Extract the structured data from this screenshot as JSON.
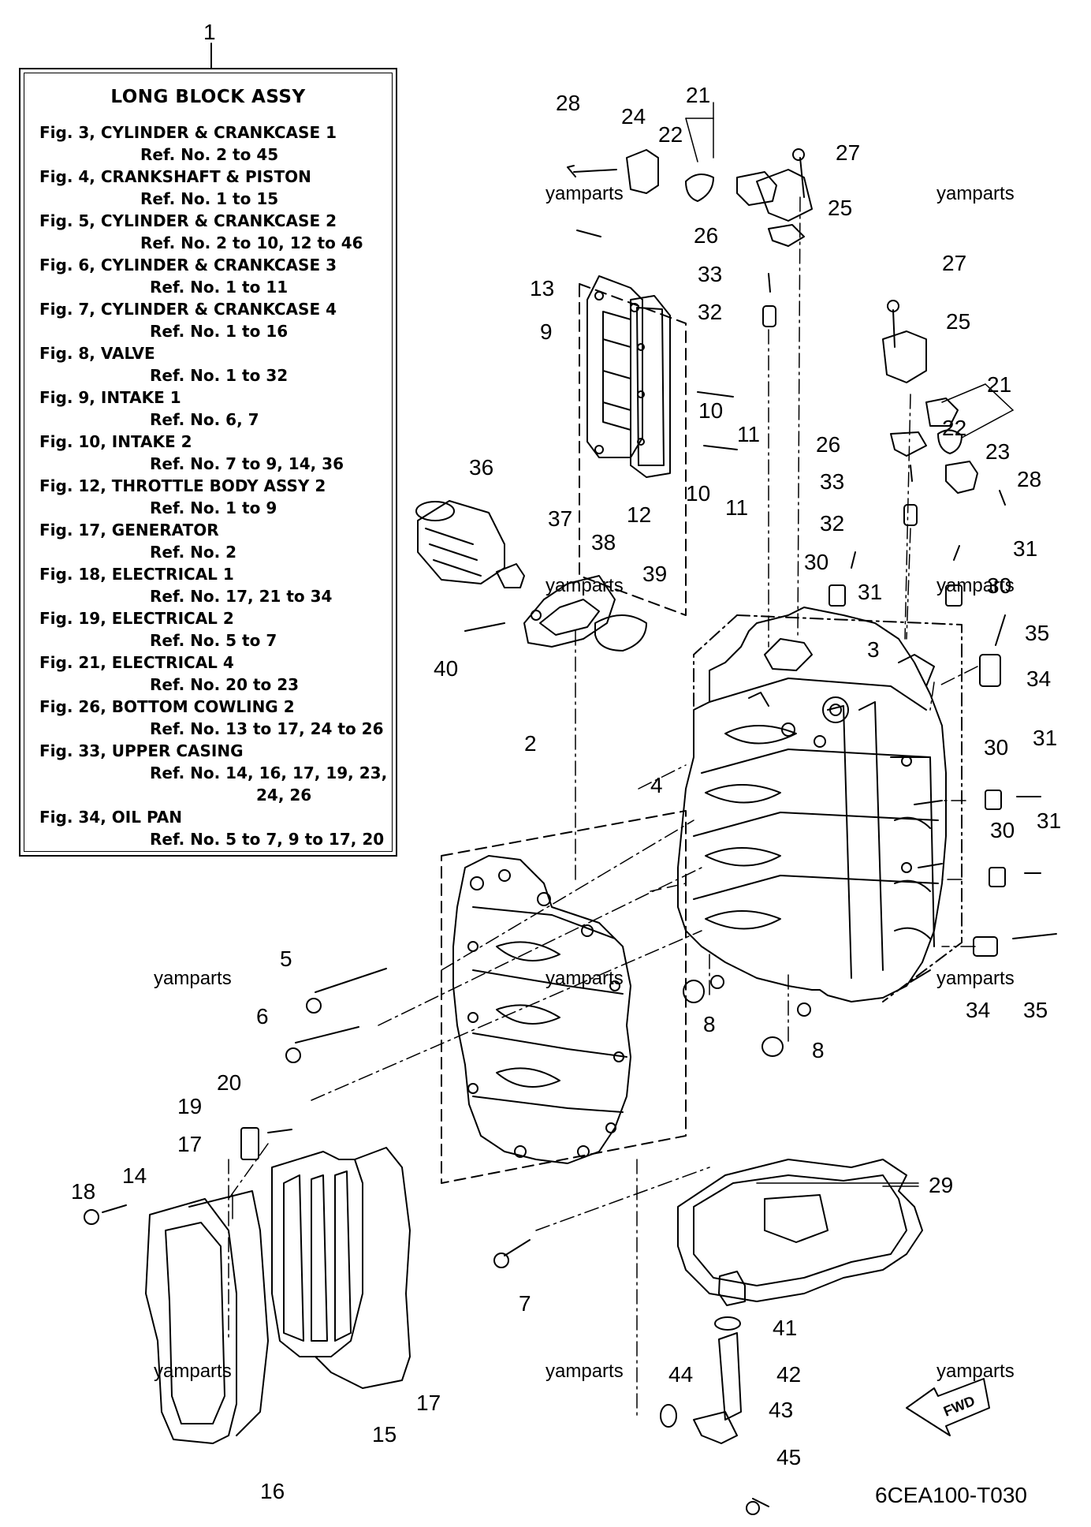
{
  "title_callout": "1",
  "reference_box": {
    "title": "LONG  BLOCK ASSY",
    "entries": [
      {
        "fig": "Fig. 3, CYLINDER & CRANKCASE 1",
        "ref": [
          "Ref. No. 2 to 45"
        ]
      },
      {
        "fig": "Fig. 4, CRANKSHAFT & PISTON",
        "ref": [
          "Ref. No. 1 to 15"
        ]
      },
      {
        "fig": "Fig. 5, CYLINDER & CRANKCASE 2",
        "ref": [
          "Ref. No. 2 to 10, 12 to 46"
        ]
      },
      {
        "fig": "Fig. 6, CYLINDER & CRANKCASE 3",
        "ref": [
          "Ref. No. 1 to 11"
        ]
      },
      {
        "fig": "Fig. 7, CYLINDER & CRANKCASE 4",
        "ref": [
          "Ref. No. 1 to 16"
        ]
      },
      {
        "fig": "Fig. 8, VALVE",
        "ref": [
          "Ref. No. 1 to 32"
        ]
      },
      {
        "fig": "Fig. 9, INTAKE 1",
        "ref": [
          "Ref. No. 6, 7"
        ]
      },
      {
        "fig": "Fig. 10, INTAKE 2",
        "ref": [
          "Ref. No. 7 to 9, 14, 36"
        ]
      },
      {
        "fig": "Fig. 12, THROTTLE BODY ASSY 2",
        "ref": [
          "Ref. No. 1 to 9"
        ]
      },
      {
        "fig": "Fig. 17, GENERATOR",
        "ref": [
          "Ref. No. 2"
        ]
      },
      {
        "fig": "Fig. 18, ELECTRICAL 1",
        "ref": [
          "Ref. No. 17, 21 to 34"
        ]
      },
      {
        "fig": "Fig. 19, ELECTRICAL 2",
        "ref": [
          "Ref. No. 5 to 7"
        ]
      },
      {
        "fig": "Fig. 21, ELECTRICAL 4",
        "ref": [
          "Ref. No. 20 to 23"
        ]
      },
      {
        "fig": "Fig. 26, BOTTOM COWLING 2",
        "ref": [
          "Ref. No. 13 to 17, 24 to 26"
        ]
      },
      {
        "fig": "Fig. 33, UPPER CASING",
        "ref": [
          "Ref. No. 14, 16, 17, 19, 23,",
          "24, 26"
        ]
      },
      {
        "fig": "Fig. 34, OIL PAN",
        "ref": [
          "Ref. No. 5 to 7, 9 to 17, 20"
        ]
      }
    ]
  },
  "watermark": "yamparts",
  "diagram_code": "6CEA100-T030",
  "fwd_label": "FWD",
  "callouts": {
    "n2": "2",
    "n3": "3",
    "n4": "4",
    "n5": "5",
    "n6": "6",
    "n7": "7",
    "n8a": "8",
    "n8b": "8",
    "n9": "9",
    "n10a": "10",
    "n10b": "10",
    "n11a": "11",
    "n11b": "11",
    "n12": "12",
    "n13": "13",
    "n14": "14",
    "n15": "15",
    "n16": "16",
    "n17a": "17",
    "n17b": "17",
    "n18": "18",
    "n19": "19",
    "n20": "20",
    "n21a": "21",
    "n21b": "21",
    "n22a": "22",
    "n22b": "22",
    "n23": "23",
    "n24": "24",
    "n25a": "25",
    "n25b": "25",
    "n26a": "26",
    "n26b": "26",
    "n27a": "27",
    "n27b": "27",
    "n28a": "28",
    "n28b": "28",
    "n29": "29",
    "n30a": "30",
    "n30b": "30",
    "n30c": "30",
    "n30d": "30",
    "n31a": "31",
    "n31b": "31",
    "n31c": "31",
    "n31d": "31",
    "n32a": "32",
    "n32b": "32",
    "n33a": "33",
    "n33b": "33",
    "n34a": "34",
    "n34b": "34",
    "n35a": "35",
    "n35b": "35",
    "n36": "36",
    "n37": "37",
    "n38": "38",
    "n39": "39",
    "n40": "40",
    "n41": "41",
    "n42": "42",
    "n43": "43",
    "n44": "44",
    "n45": "45"
  }
}
